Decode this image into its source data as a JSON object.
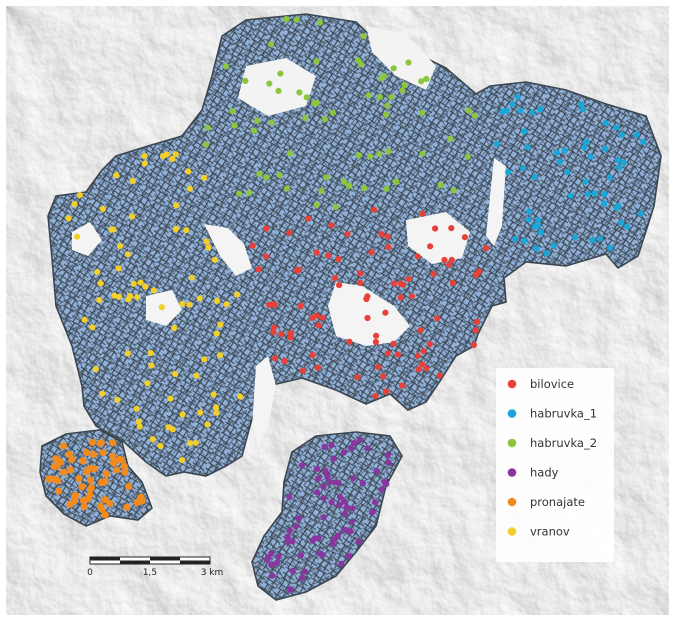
{
  "legend": {
    "items": [
      {
        "label": "bilovice",
        "color": "#e8413a"
      },
      {
        "label": "habruvka_1",
        "color": "#1aa6d8"
      },
      {
        "label": "habruvka_2",
        "color": "#8cc63f"
      },
      {
        "label": "hady",
        "color": "#8a35a0"
      },
      {
        "label": "pronajate",
        "color": "#f28a1e"
      },
      {
        "label": "vranov",
        "color": "#f2cf2a"
      }
    ]
  },
  "scale_bar": {
    "ticks": [
      "0",
      "1,5",
      "3 km"
    ]
  },
  "map": {
    "parcel_fill": "#8fb0d8",
    "parcel_border": "#3c4650",
    "terrain_light": "#f4f4f4",
    "terrain_shadow": "#d9d9d9"
  }
}
